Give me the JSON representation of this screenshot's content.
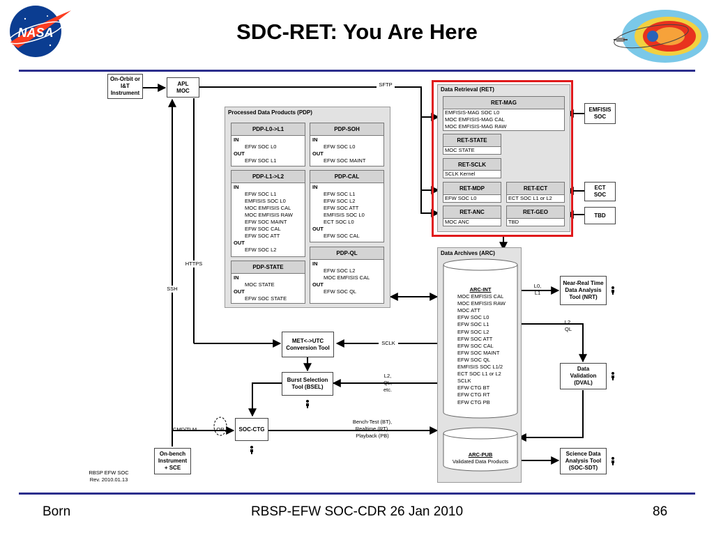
{
  "slide": {
    "title": "SDC-RET: You Are Here",
    "footer_left": "Born",
    "footer_center": "RBSP-EFW SOC-CDR 26 Jan 2010",
    "footer_right": "86",
    "revision_line1": "RBSP EFW SOC",
    "revision_line2": "Rev. 2010.01.13",
    "colors": {
      "rule": "#2b2e8c",
      "highlight": "#e0191b",
      "panel": "#e2e2e2",
      "header": "#d4d4d4"
    }
  },
  "nodes": {
    "onorbit": "On-Orbit or I&T Instrument",
    "aplmoc": "APL MOC",
    "emfisis_soc": "EMFISIS SOC",
    "ect_soc": "ECT SOC",
    "tbd": "TBD",
    "met_utc": "MET<->UTC Conversion Tool",
    "bsel": "Burst Selection Tool (BSEL)",
    "soc_ctg": "SOC-CTG",
    "onbench": "On-bench Instrument + SCE",
    "nrt": "Near-Real Time Data Analysis Tool (NRT)",
    "dval": "Data Validation (DVAL)",
    "socsdt": "Science Data Analysis Tool (SOC-SDT)",
    "or": "OR"
  },
  "pdp": {
    "title": "Processed Data Products (PDP)",
    "in_label": "IN",
    "out_label": "OUT",
    "l0l1": {
      "name": "PDP-L0->L1",
      "in": [
        "EFW SOC L0"
      ],
      "out": [
        "EFW SOC L1"
      ]
    },
    "soh": {
      "name": "PDP-SOH",
      "in": [
        "EFW SOC L0"
      ],
      "out": [
        "EFW SOC MAINT"
      ]
    },
    "l1l2": {
      "name": "PDP-L1->L2",
      "in": [
        "EFW SOC L1",
        "EMFISIS SOC L0",
        "MOC EMFISIS CAL",
        "MOC EMFISIS RAW",
        "EFW SOC MAINT",
        "EFW SOC CAL",
        "EFW SOC ATT"
      ],
      "out": [
        "EFW SOC L2"
      ]
    },
    "cal": {
      "name": "PDP-CAL",
      "in": [
        "EFW SOC L1",
        "EFW SOC L2",
        "EFW SOC ATT",
        "EMFISIS SOC L0",
        "ECT SOC L0"
      ],
      "out": [
        "EFW SOC CAL"
      ]
    },
    "state": {
      "name": "PDP-STATE",
      "in": [
        "MOC STATE"
      ],
      "out": [
        "EFW SOC STATE"
      ]
    },
    "ql": {
      "name": "PDP-QL",
      "in": [
        "EFW SOC L2",
        "MOC EMFISIS CAL"
      ],
      "out": [
        "EFW SOC QL"
      ]
    }
  },
  "ret": {
    "title": "Data Retrieval (RET)",
    "mag": {
      "name": "RET-MAG",
      "items": [
        "EMFISIS-MAG SOC L0",
        "MOC EMFISIS-MAG CAL",
        "MOC EMFISIS-MAG RAW"
      ]
    },
    "state": {
      "name": "RET-STATE",
      "items": [
        "MOC STATE"
      ]
    },
    "sclk": {
      "name": "RET-SCLK",
      "items": [
        "SCLK Kernel"
      ]
    },
    "mdp": {
      "name": "RET-MDP",
      "items": [
        "EFW SOC L0"
      ]
    },
    "ect": {
      "name": "RET-ECT",
      "items": [
        "ECT SOC L1 or L2"
      ]
    },
    "anc": {
      "name": "RET-ANC",
      "items": [
        "MOC ANC"
      ]
    },
    "geo": {
      "name": "RET-GEO",
      "items": [
        "TBD"
      ]
    }
  },
  "arc": {
    "title": "Data Archives (ARC)",
    "int_name": "ARC-INT",
    "int_items": [
      "MOC EMFISIS CAL",
      "MOC EMFISIS RAW",
      "MOC ATT",
      "EFW SOC L0",
      "EFW SOC L1",
      "EFW SOC L2",
      "EFW SOC ATT",
      "EFW SOC CAL",
      "EFW SOC MAINT",
      "EFW SOC QL",
      "EMFISIS SOC L1/2",
      "ECT SOC L1 or L2",
      "SCLK",
      "EFW CTG BT",
      "EFW CTG RT",
      "EFW CTG PB"
    ],
    "pub_name": "ARC-PUB",
    "pub_desc": "Validated Data Products"
  },
  "labels": {
    "sftp": "SFTP",
    "https": "HTTPS",
    "ssh": "SSH",
    "sclk": "SCLK",
    "l2qletc_1": "L2,",
    "l2qletc_2": "QL,",
    "l2qletc_3": "etc.",
    "cmdtlm": "CMD/TLM",
    "bench_1": "Bench-Test (BT),",
    "bench_2": "Realtime (RT),",
    "bench_3": "Playback (PB)",
    "l0l1_1": "L0,",
    "l0l1_2": "L1",
    "l2ql_1": "L2,",
    "l2ql_2": "QL"
  },
  "icons": {
    "nasa": "nasa-logo-icon",
    "rbsp": "rbsp-mission-logo-icon",
    "person": "person-icon"
  }
}
